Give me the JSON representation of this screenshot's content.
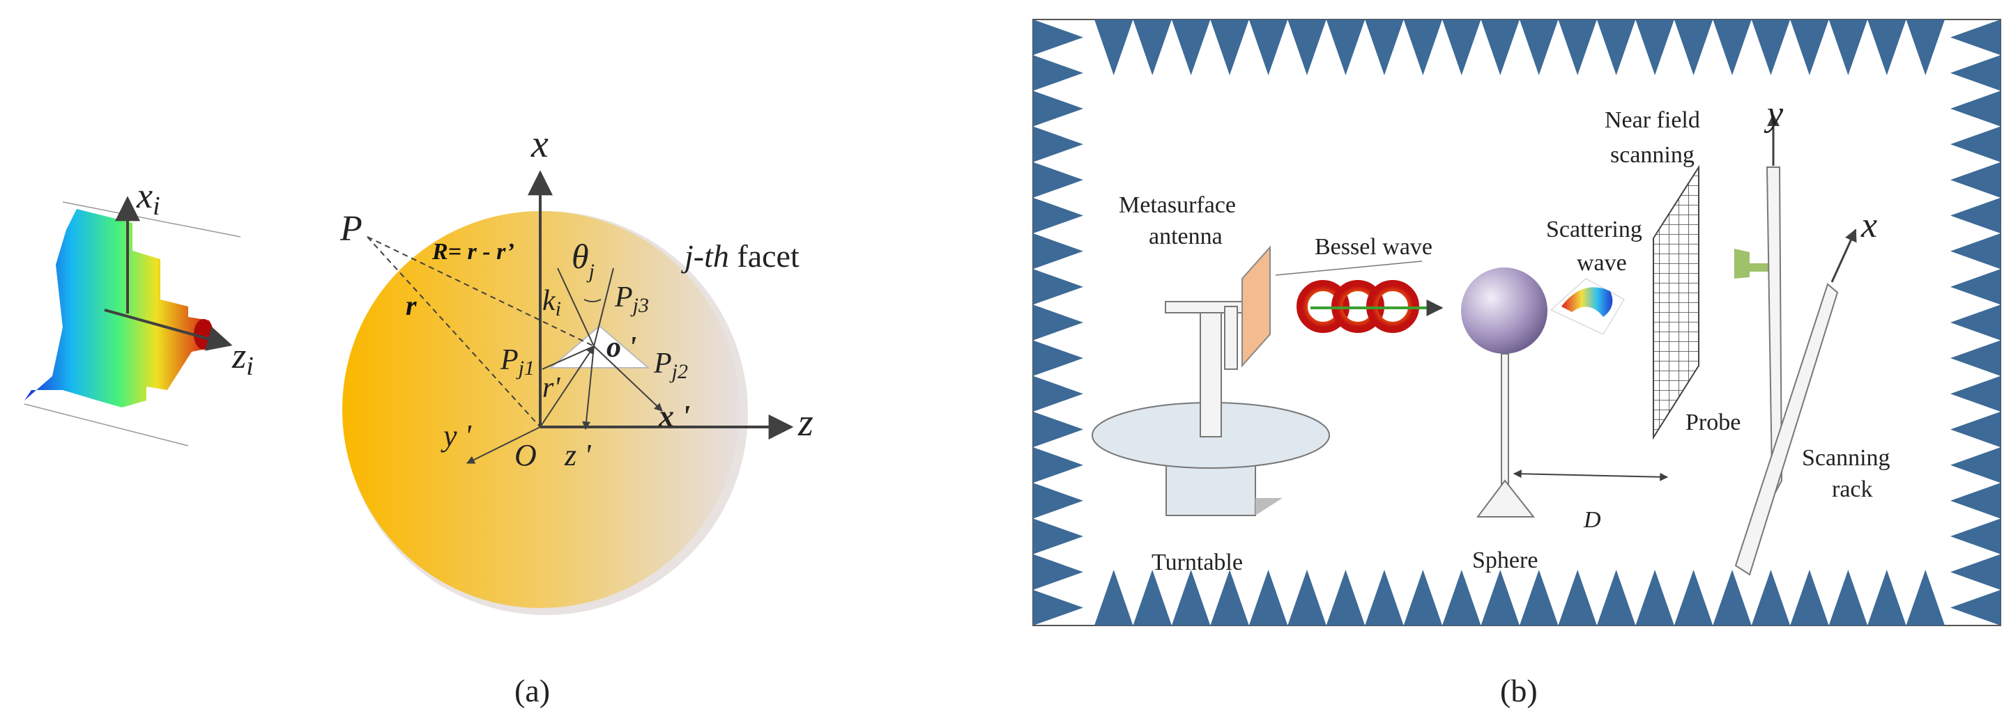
{
  "panel_a": {
    "caption": "(a)",
    "inset_axes": {
      "x": "x",
      "x_sub": "i",
      "z": "z",
      "z_sub": "i"
    },
    "axes": {
      "x": "x",
      "z": "z",
      "y_prime": "y '",
      "z_prime": "z '",
      "x_prime": "x '",
      "origin": "O",
      "o_prime": "o '"
    },
    "labels": {
      "P": "P",
      "R_eq": "R= r - r’",
      "r": "r",
      "r_prime": "r'",
      "theta": "θ",
      "theta_sub": "j",
      "k": "k",
      "k_sub": "i",
      "facet": "j-th",
      "facet_word": " facet",
      "pj1": "P",
      "pj1_sub": "j1",
      "pj2": "P",
      "pj2_sub": "j2",
      "pj3": "P",
      "pj3_sub": "j3"
    }
  },
  "panel_b": {
    "caption": "(b)",
    "labels": {
      "metasurface_1": "Metasurface",
      "metasurface_2": "antenna",
      "bessel": "Bessel wave",
      "scattering_1": "Scattering",
      "scattering_2": "wave",
      "nearfield_1": "Near field",
      "nearfield_2": "scanning",
      "probe": "Probe",
      "rack_1": "Scanning",
      "rack_2": "rack",
      "turntable": "Turntable",
      "sphere": "Sphere",
      "distance": "D",
      "y_axis": "y",
      "x_axis": "x"
    },
    "colors": {
      "absorber": "#3d6a96",
      "antenna": "#f2bc90",
      "probe": "#9fc16a"
    }
  }
}
